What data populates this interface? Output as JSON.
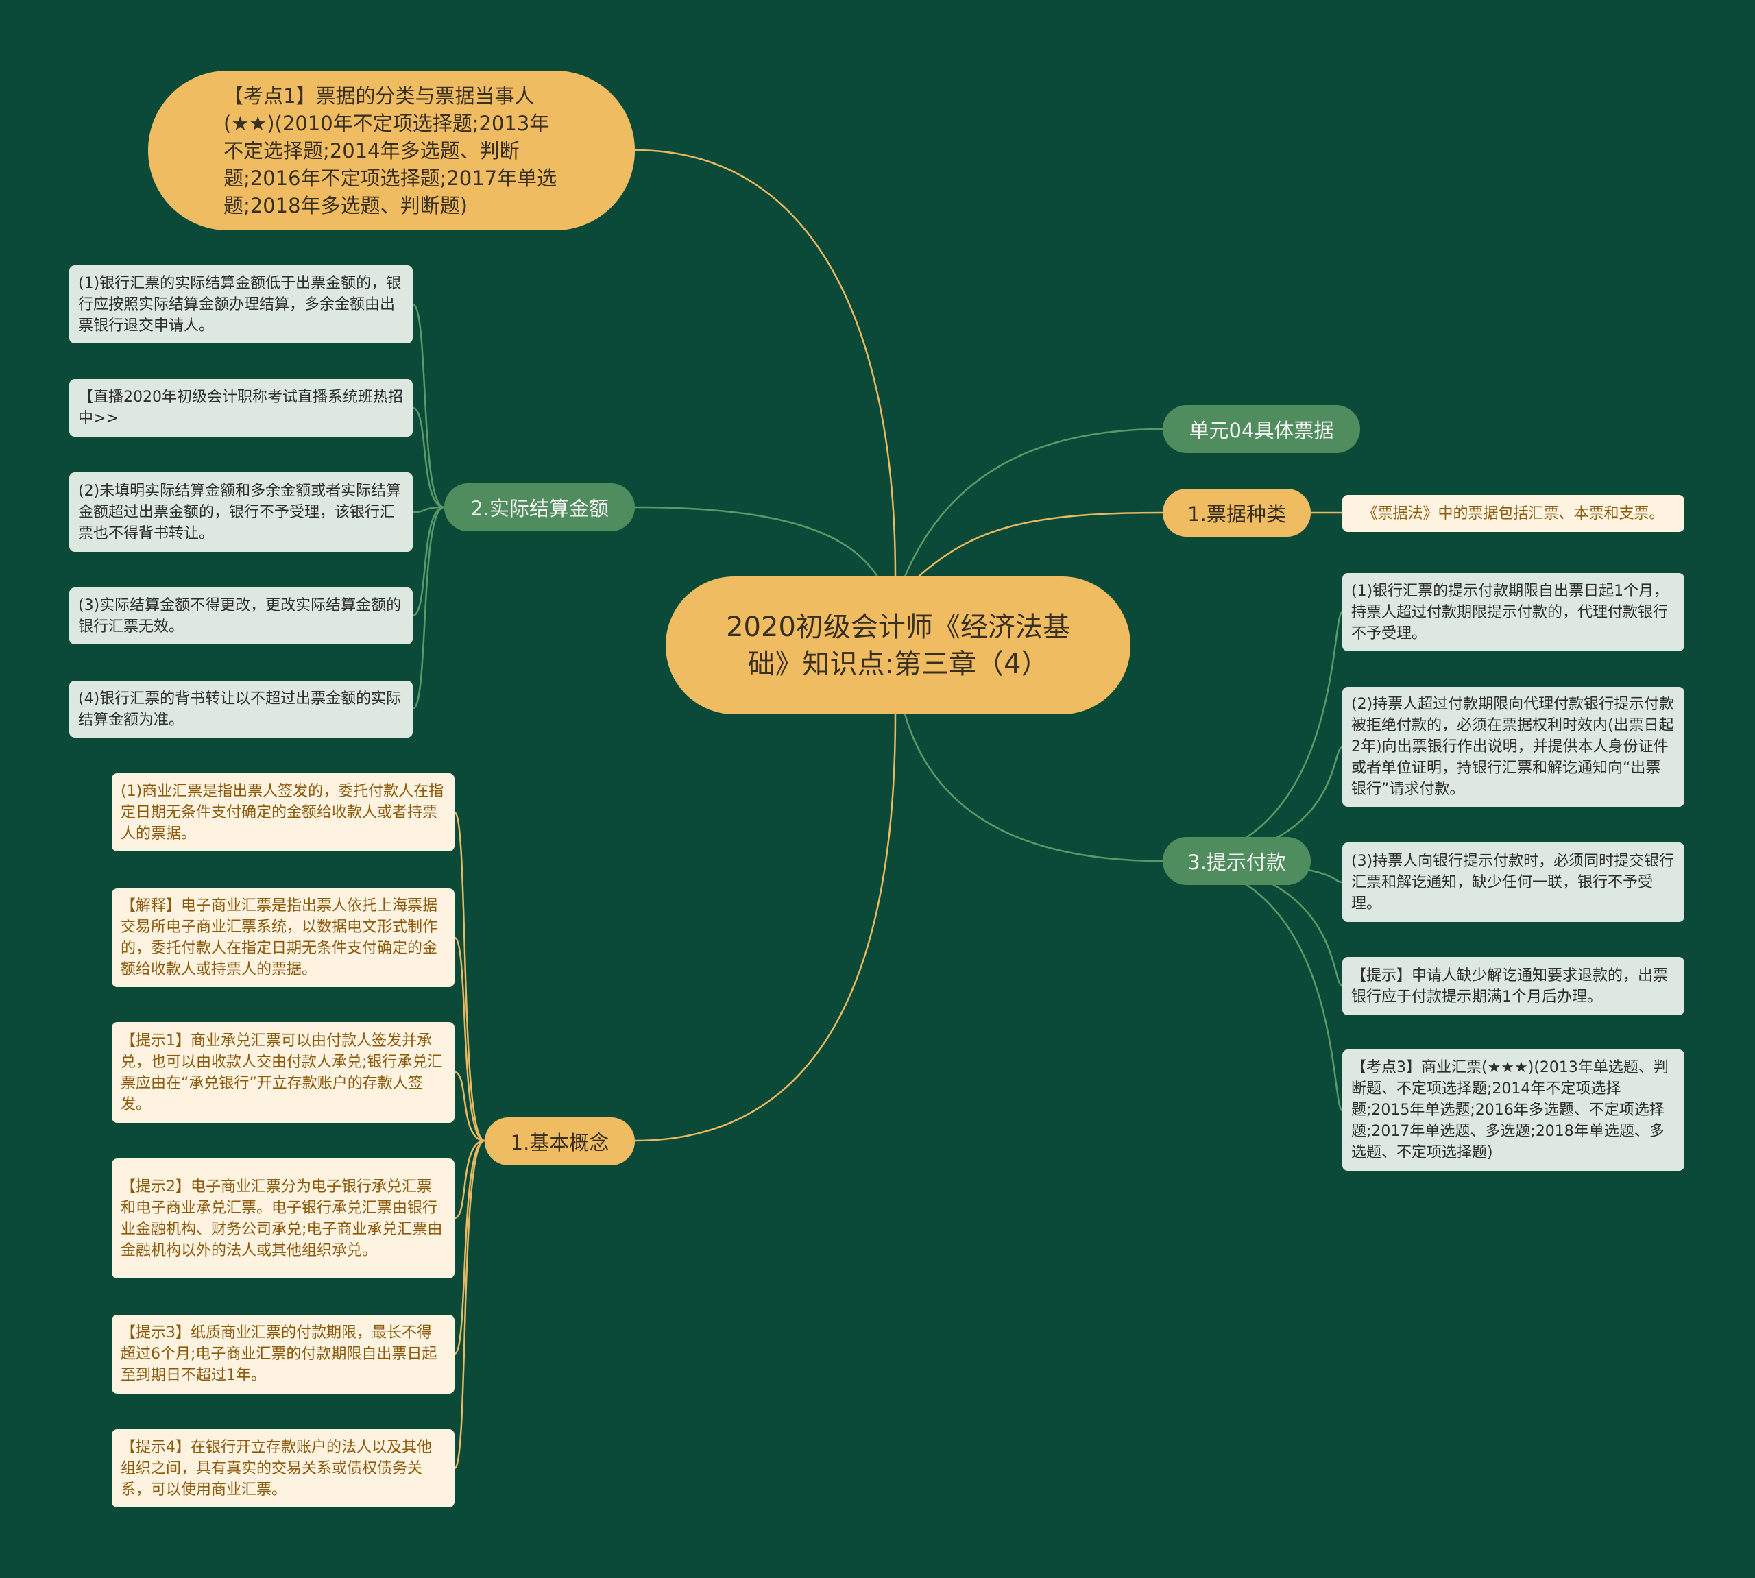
{
  "central": {
    "title": "2020初级会计师《经济法基础》知识点:第三章（4）"
  },
  "topic1": {
    "text": "【考点1】票据的分类与票据当事人(★★)(2010年不定项选择题;2013年不定选择题;2014年多选题、判断题;2016年不定项选择题;2017年单选题;2018年多选题、判断题)"
  },
  "branch_settlement": {
    "label": "2.实际结算金额",
    "items": [
      "(1)银行汇票的实际结算金额低于出票金额的，银行应按照实际结算金额办理结算，多余金额由出票银行退交申请人。",
      "【直播2020年初级会计职称考试直播系统班热招中>>",
      "(2)未填明实际结算金额和多余金额或者实际结算金额超过出票金额的，银行不予受理，该银行汇票也不得背书转让。",
      "(3)实际结算金额不得更改，更改实际结算金额的银行汇票无效。",
      "(4)银行汇票的背书转让以不超过出票金额的实际结算金额为准。"
    ]
  },
  "branch_concept": {
    "label": "1.基本概念",
    "items": [
      "(1)商业汇票是指出票人签发的，委托付款人在指定日期无条件支付确定的金额给收款人或者持票人的票据。",
      "【解释】电子商业汇票是指出票人依托上海票据交易所电子商业汇票系统，以数据电文形式制作的，委托付款人在指定日期无条件支付确定的金额给收款人或持票人的票据。",
      "【提示1】商业承兑汇票可以由付款人签发并承兑，也可以由收款人交由付款人承兑;银行承兑汇票应由在“承兑银行”开立存款账户的存款人签发。",
      "【提示2】电子商业汇票分为电子银行承兑汇票和电子商业承兑汇票。电子银行承兑汇票由银行业金融机构、财务公司承兑;电子商业承兑汇票由金融机构以外的法人或其他组织承兑。",
      "【提示3】纸质商业汇票的付款期限，最长不得超过6个月;电子商业汇票的付款期限自出票日起至到期日不超过1年。",
      "【提示4】在银行开立存款账户的法人以及其他组织之间，具有真实的交易关系或债权债务关系，可以使用商业汇票。"
    ]
  },
  "branch_unit": {
    "label": "单元04具体票据"
  },
  "branch_types": {
    "label": "1.票据种类",
    "items": [
      "《票据法》中的票据包括汇票、本票和支票。"
    ]
  },
  "branch_payment": {
    "label": "3.提示付款",
    "items": [
      "(1)银行汇票的提示付款期限自出票日起1个月，持票人超过付款期限提示付款的，代理付款银行不予受理。",
      "(2)持票人超过付款期限向代理付款银行提示付款被拒绝付款的，必须在票据权利时效内(出票日起2年)向出票银行作出说明，并提供本人身份证件或者单位证明，持银行汇票和解讫通知向“出票银行”请求付款。",
      "(3)持票人向银行提示付款时，必须同时提交银行汇票和解讫通知，缺少任何一联，银行不予受理。",
      "【提示】申请人缺少解讫通知要求退款的，出票银行应于付款提示期满1个月后办理。",
      "【考点3】商业汇票(★★★)(2013年单选题、判断题、不定项选择题;2014年不定项选择题;2015年单选题;2016年多选题、不定项选择题;2017年单选题、多选题;2018年单选题、多选题、不定项选择题)"
    ]
  },
  "colors": {
    "background": "#0b4a38",
    "orange": "#f0bc62",
    "green": "#4f8c5e",
    "leaf_green": "#dde9e0",
    "leaf_orange": "#fdf3e0"
  }
}
